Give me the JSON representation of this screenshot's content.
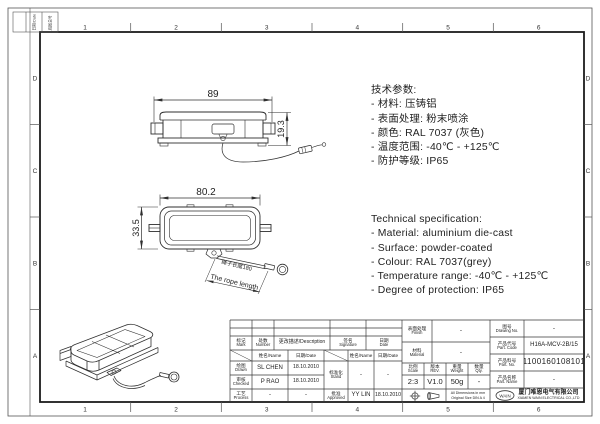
{
  "sheet": {
    "bg": "#ffffff",
    "line_color": "#3a3a3a"
  },
  "frame": {
    "zone_cols": [
      "1",
      "2",
      "3",
      "4",
      "5",
      "6"
    ],
    "zone_rows": [
      "D",
      "C",
      "B",
      "A"
    ],
    "corner_label_1": "日期/Date",
    "corner_label_2": "底图总号"
  },
  "specs_cn": {
    "title": "技术参数:",
    "items": [
      "- 材料: 压铸铝",
      "- 表面处理: 粉末喷涂",
      "- 颜色: RAL 7037 (灰色)",
      "- 温度范围: -40℃ - +125℃",
      "- 防护等级: IP65"
    ]
  },
  "specs_en": {
    "title": "Technical specification:",
    "items": [
      "- Material: aluminium die-cast",
      "- Surface: powder-coated",
      "- Colour: RAL 7037(grey)",
      "- Temperature range: -40℃ - +125℃",
      "- Degree of protection: IP65"
    ]
  },
  "dims": {
    "top_width": "89",
    "side_height": "19.3",
    "plan_width": "80.2",
    "plan_height": "33.5",
    "rope_cn": "绳子长度180",
    "rope_en": "The rope length"
  },
  "tb": {
    "rev": {
      "mark_cn": "标记",
      "mark_en": "Mark",
      "number_cn": "处数",
      "number_en": "Number",
      "desc": "更改描述/Description",
      "sig_cn": "签名",
      "sig_en": "Signature",
      "date_cn": "日期",
      "date_en": "Date"
    },
    "sub": {
      "name": "姓名/Name",
      "date": "日期/Date"
    },
    "roles": {
      "drawn_cn": "绘图",
      "drawn_en": "Drawn",
      "checked_cn": "审核",
      "checked_en": "Checked",
      "process_cn": "工艺",
      "process_en": "Process",
      "stand_cn": "标准化",
      "stand_en": "Stand",
      "approved_cn": "批准",
      "approved_en": "Approved"
    },
    "sign": {
      "drawn_name": "SL CHEN",
      "drawn_date": "18.10.2010",
      "checked_name": "P RAO",
      "checked_date": "18.10.2010",
      "process_name": "-",
      "process_date": "-",
      "stand_name": "-",
      "stand_date": "-",
      "approved_name": "YY LIN",
      "approved_date": "18.10.2010"
    },
    "fields": {
      "finish_cn": "表面处理",
      "finish_en": "Finish",
      "finish_val": "-",
      "material_cn": "材料",
      "material_en": "Material",
      "material_val": "-",
      "scale_cn": "比例",
      "scale_en": "Scale",
      "scale_val": "2:3",
      "rev_cn": "版本",
      "rev_en": "REV.",
      "rev_val": "V1.0",
      "weight_cn": "重量",
      "weight_en": "Weight",
      "weight_val": "50g",
      "qty_cn": "数量",
      "qty_en": "Qty.",
      "qty_val": "-",
      "dwgno_cn": "图号",
      "dwgno_en": "Drawing No.",
      "dwgno_val": "-",
      "partcode_cn": "产品代号",
      "partcode_en": "Part. Code",
      "partcode_val": "H16A-MCV-2B/15",
      "partno_cn": "产品料号",
      "partno_en": "Part. No.",
      "partno_val": "1100160108101",
      "partname_cn": "产品名称",
      "partname_en": "Part. Name",
      "partname_val": "-"
    },
    "note_line1": "All Dimensions in mm",
    "note_line2": "Original Size DIN A 4",
    "company": {
      "logo": "WAIN",
      "cn": "厦门唯恩电气有限公司",
      "en": "XIAMEN WAIN ELECTRICAL CO.,LTD"
    }
  }
}
